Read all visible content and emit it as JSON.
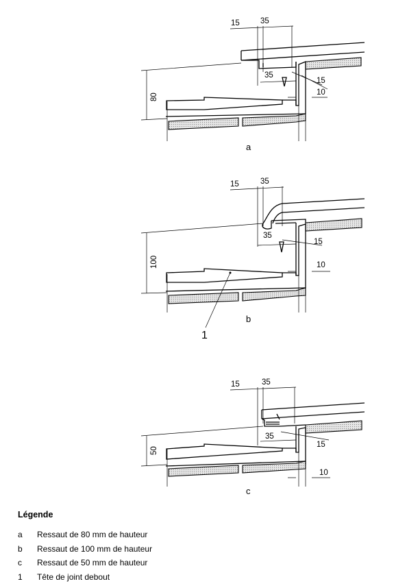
{
  "figures": [
    {
      "caption": "a",
      "dims": {
        "top_left": "15",
        "top_right": "35",
        "inner": "35",
        "right_upper": "15",
        "right_lower": "10",
        "height": "80"
      }
    },
    {
      "caption": "b",
      "dims": {
        "top_left": "15",
        "top_right": "35",
        "inner": "35",
        "right_upper": "15",
        "right_lower": "10",
        "height": "100"
      },
      "callout": "1"
    },
    {
      "caption": "c",
      "dims": {
        "top_left": "15",
        "top_right": "35",
        "inner": "35",
        "right_upper": "15",
        "right_lower": "10",
        "height": "50"
      }
    }
  ],
  "legend": {
    "title": "Légende",
    "items": [
      {
        "key": "a",
        "text": "Ressaut de 80 mm de hauteur"
      },
      {
        "key": "b",
        "text": "Ressaut de 100 mm de hauteur"
      },
      {
        "key": "c",
        "text": "Ressaut de 50 mm de hauteur"
      },
      {
        "key": "1",
        "text": "Tête de joint debout"
      }
    ]
  }
}
